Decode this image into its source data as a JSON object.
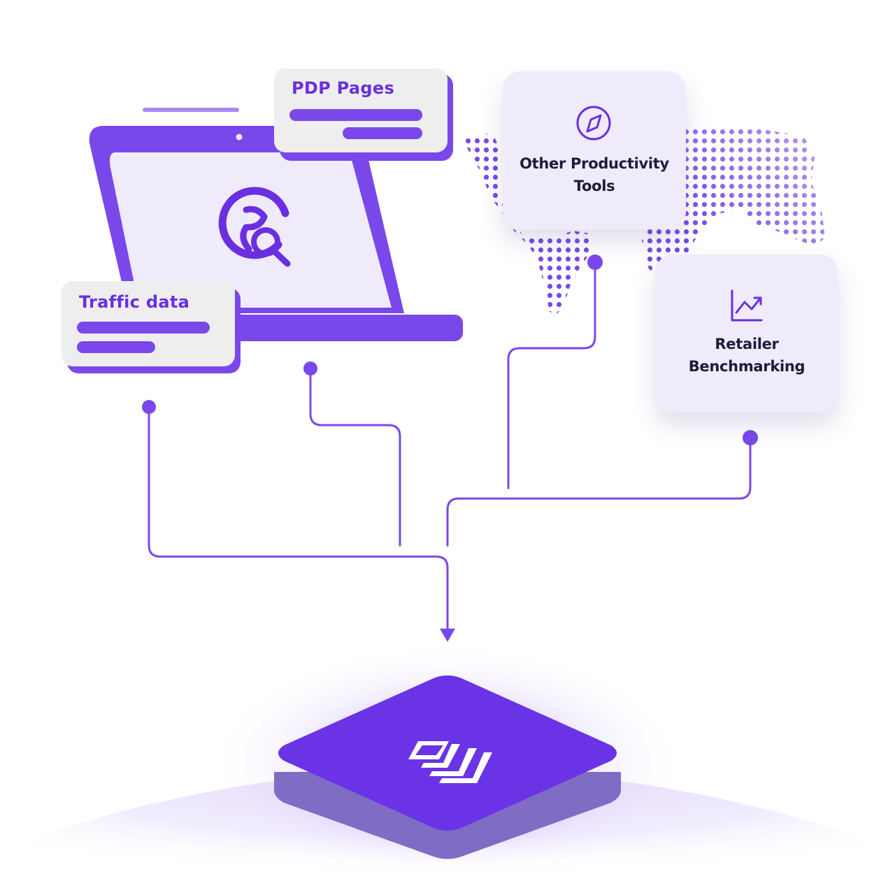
{
  "colors": {
    "accent": "#7a48ea",
    "accent_dark": "#6a2fe0",
    "card_bg": "#efebfb",
    "tag_bg": "#eeeeee",
    "text_dark": "#1f1b3a",
    "platform_top": "#6b33e6",
    "platform_side": "#7f6cc4"
  },
  "tags": {
    "pdp_pages": {
      "title": "PDP Pages"
    },
    "traffic_data": {
      "title": "Traffic data"
    }
  },
  "nodes": {
    "productivity": {
      "label_line1": "Other Productivity",
      "label_line2": "Tools",
      "icon": "compass-icon"
    },
    "benchmarking": {
      "label_line1": "Retailer",
      "label_line2": "Benchmarking",
      "icon": "trend-chart-icon"
    }
  },
  "icons": {
    "laptop_screen": "globe-search-icon",
    "platform": "stacked-layers-logo-icon"
  }
}
